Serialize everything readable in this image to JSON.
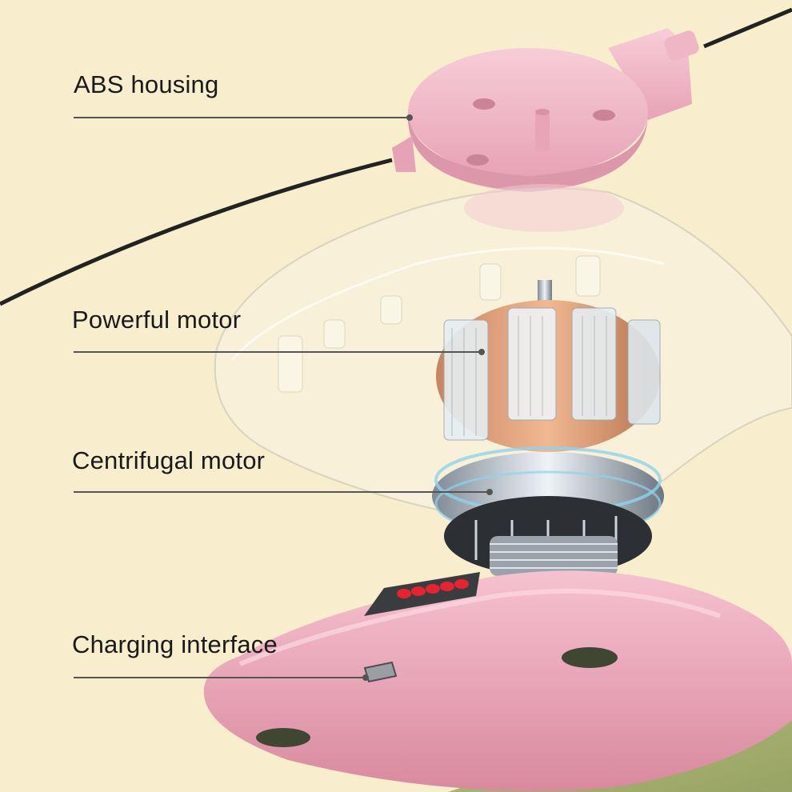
{
  "colors": {
    "background": "#f8edcc",
    "housing_pink": "#f2b9c8",
    "base_green": "#a9b475",
    "leader_line": "#555555"
  },
  "callouts": [
    {
      "label": "ABS housing"
    },
    {
      "label": "Powerful motor"
    },
    {
      "label": "Centrifugal motor"
    },
    {
      "label": "Charging interface"
    }
  ]
}
